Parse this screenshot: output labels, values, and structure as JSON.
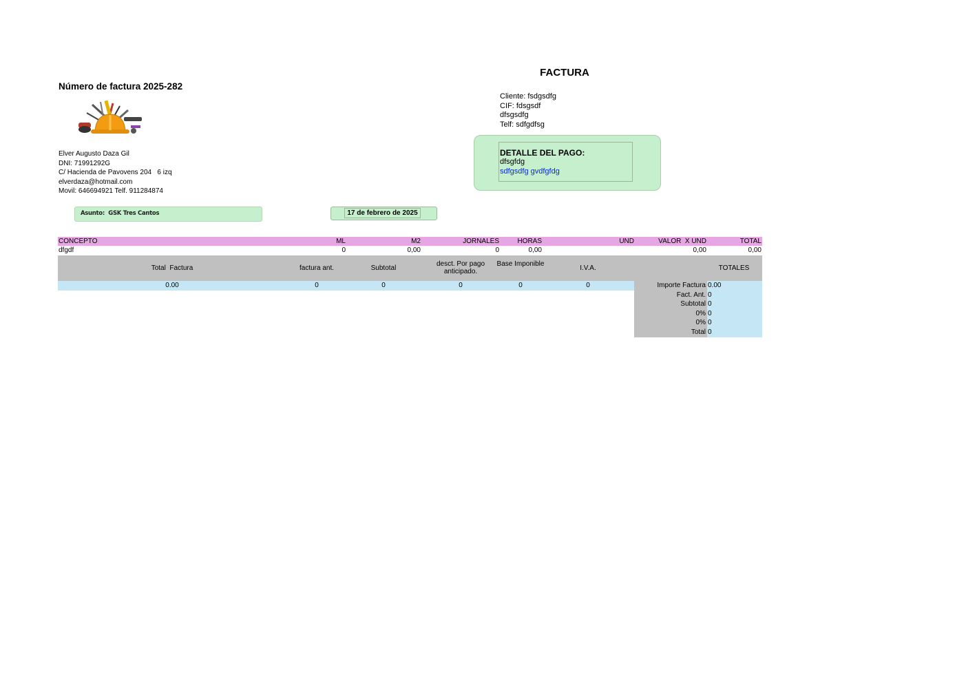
{
  "doc_title": "FACTURA",
  "invoice_number": "Número de factura 2025-282",
  "logo": {
    "icon": "construction-tools-helmet-logo"
  },
  "issuer": {
    "name": "Elver Augusto Daza Gil",
    "dni": "DNI: 71991292G",
    "address": "C/ Hacienda de Pavovens 204   6 izq",
    "email": "elverdaza@hotmail.com",
    "phones": "Movil: 646694921 Telf. 911284874"
  },
  "client": {
    "name": "Cliente: fsdgsdfg",
    "cif": "CIF: fdsgsdf",
    "line": "dfsgsdfg",
    "phone": "Telf: sdfgdfsg"
  },
  "payment": {
    "title": "DETALLE DEL PAGO:",
    "line1": "dfsgfdg",
    "line2": "sdfgsdfg gvdfgfdg"
  },
  "subject": "Asunto:  GSK Tres Cantos",
  "date": "17 de febrero de 2025",
  "items": {
    "headers": {
      "concepto": "CONCEPTO",
      "ml": "ML",
      "m2": "M2",
      "jornales": "JORNALES",
      "horas": "HORAS",
      "und": "UND",
      "valor": "VALOR  X UND",
      "total": "TOTAL"
    },
    "rows": [
      {
        "concepto": "dfgdf",
        "ml": "0",
        "m2": "0,00",
        "jornales": "0",
        "horas": "0,00",
        "und": "",
        "valor": "0,00",
        "total": "0,00"
      }
    ]
  },
  "totals": {
    "headers": {
      "total_factura": "Total  Factura",
      "factura_ant": "factura ant.",
      "subtotal": "Subtotal",
      "descuento": "desct. Por pago anticipado.",
      "base": "Base Imponible",
      "iva": "I.V.A.",
      "totales": "TOTALES"
    },
    "values": {
      "total_factura": "0.00",
      "factura_ant": "0",
      "subtotal": "0",
      "descuento": "0",
      "base": "0",
      "iva": "0"
    }
  },
  "summary": [
    {
      "label": "Importe Factura",
      "value": "0.00"
    },
    {
      "label": "Fact. Ant.",
      "value": "0"
    },
    {
      "label": "Subtotal",
      "value": "0"
    },
    {
      "label": "0%",
      "value": "0"
    },
    {
      "label": "0%",
      "value": "0"
    },
    {
      "label": "Total",
      "value": "0"
    }
  ],
  "colors": {
    "green_box": "#c6efce",
    "items_header": "#e6a5e3",
    "totals_grey": "#c0c0c0",
    "totals_blue": "#c5e6f5",
    "link_blue": "#0b2bd6"
  }
}
